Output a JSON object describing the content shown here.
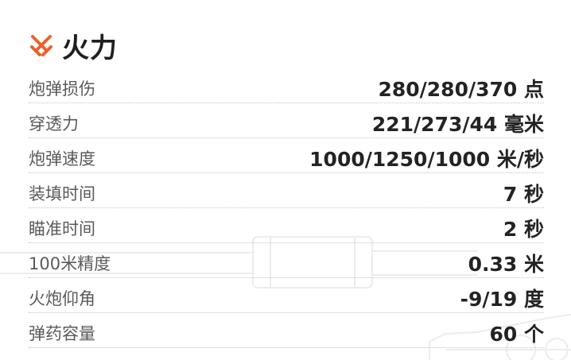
{
  "section": {
    "icon": "crossed-swords-icon",
    "title": "火力",
    "accent_color": "#e8622c"
  },
  "stats": [
    {
      "label": "炮弹损伤",
      "value": "280/280/370 点"
    },
    {
      "label": "穿透力",
      "value": "221/273/44 毫米"
    },
    {
      "label": "炮弹速度",
      "value": "1000/1250/1000 米/秒"
    },
    {
      "label": "装填时间",
      "value": "7 秒"
    },
    {
      "label": "瞄准时间",
      "value": "2 秒"
    },
    {
      "label": "100米精度",
      "value": "0.33 米"
    },
    {
      "label": "火炮仰角",
      "value": "-9/19 度"
    },
    {
      "label": "弹药容量",
      "value": "60 个"
    }
  ]
}
